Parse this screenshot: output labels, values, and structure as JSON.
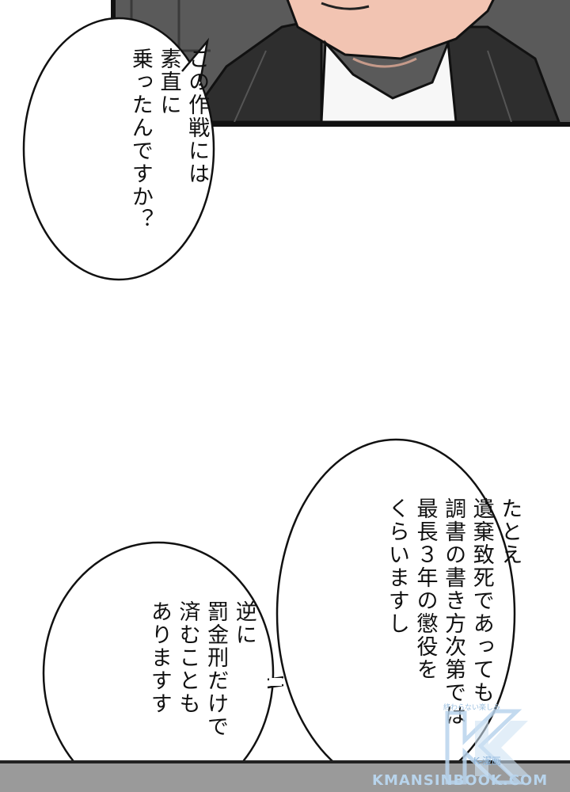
{
  "bubbles": {
    "question": {
      "lines": [
        "この作戦には",
        "素直に",
        "乗ったんですか？"
      ]
    },
    "penalty": {
      "lines": [
        "たとえ",
        "遺棄致死であっても",
        "調書の書き方次第では",
        "最長３年の懲役を",
        "くらいますし"
      ]
    },
    "fine": {
      "lines": [
        "逆に",
        "罰金刑だけで",
        "済むことも",
        "ありますす"
      ]
    }
  },
  "watermark": {
    "site": "KMANSINBOOK.COM",
    "sub": "K-漫画",
    "tagline": "終わらない楽しみ",
    "color": "#9cc0e0"
  },
  "colors": {
    "ink": "#111111",
    "panel": "#4a4a4a"
  }
}
